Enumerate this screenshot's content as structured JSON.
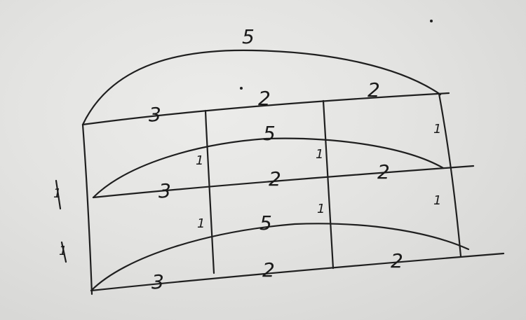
{
  "sketch": {
    "ink_color": "#1f1f1f",
    "paper_color": "#e6e6e4",
    "labels": {
      "top_arc": "5",
      "row1_left": "3",
      "row1_mid": "2",
      "row1_right": "2",
      "arc2": "5",
      "row2_left": "3",
      "row2_mid": "2",
      "row2_right": "2",
      "arc3": "5",
      "row3_left": "3",
      "row3_mid": "2",
      "row3_right": "2",
      "left_side_1": "1",
      "left_side_2": "1",
      "inner_1a": "1",
      "inner_1b": "1",
      "inner_2a": "1",
      "inner_2b": "1",
      "right_1": "1",
      "right_2": "1"
    }
  }
}
